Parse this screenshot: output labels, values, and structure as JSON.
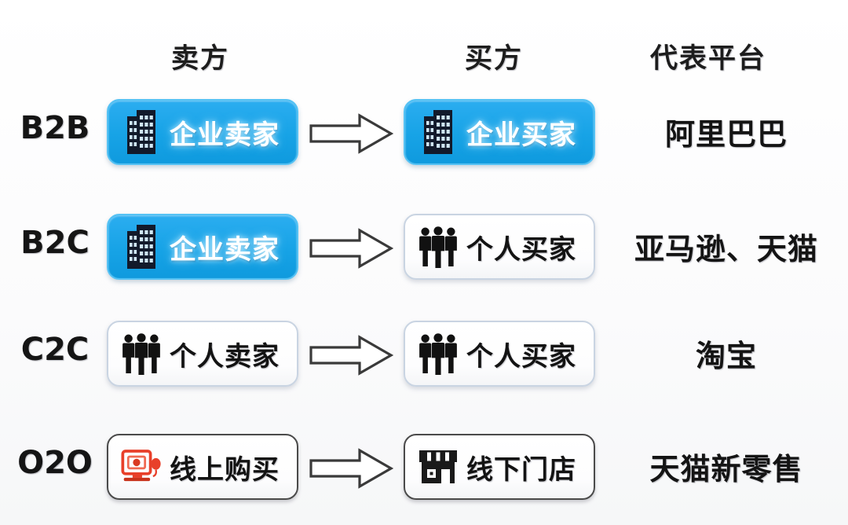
{
  "headers": {
    "seller": "卖方",
    "buyer": "买方",
    "platform": "代表平台"
  },
  "colors": {
    "chip_blue": "#17a3e6",
    "chip_blue_border": "#55c2f4",
    "chip_white_border": "#c9d4e2",
    "chip_white_dark_border": "#4a4a4a",
    "text_dark": "#141414",
    "icon_building": "#121a2b",
    "icon_people": "#111111",
    "icon_monitor": "#e8402a",
    "icon_store": "#1a1a1a",
    "arrow_stroke": "#3a3a3a",
    "background": "#ffffff"
  },
  "rows": [
    {
      "label": "B2B",
      "seller": {
        "text": "企业卖家",
        "icon": "building-icon",
        "style": "blue"
      },
      "arrow": "arrow-right-icon",
      "buyer": {
        "text": "企业买家",
        "icon": "building-icon",
        "style": "blue"
      },
      "platform": "阿里巴巴"
    },
    {
      "label": "B2C",
      "seller": {
        "text": "企业卖家",
        "icon": "building-icon",
        "style": "blue"
      },
      "arrow": "arrow-right-icon",
      "buyer": {
        "text": "个人买家",
        "icon": "people-icon",
        "style": "white"
      },
      "platform": "亚马逊、天猫"
    },
    {
      "label": "C2C",
      "seller": {
        "text": "个人卖家",
        "icon": "people-icon",
        "style": "white"
      },
      "arrow": "arrow-right-icon",
      "buyer": {
        "text": "个人买家",
        "icon": "people-icon",
        "style": "white"
      },
      "platform": "淘宝"
    },
    {
      "label": "O2O",
      "seller": {
        "text": "线上购买",
        "icon": "monitor-icon",
        "style": "white-dark"
      },
      "arrow": "arrow-right-icon",
      "buyer": {
        "text": "线下门店",
        "icon": "storefront-icon",
        "style": "white-dark"
      },
      "platform": "天猫新零售"
    }
  ]
}
